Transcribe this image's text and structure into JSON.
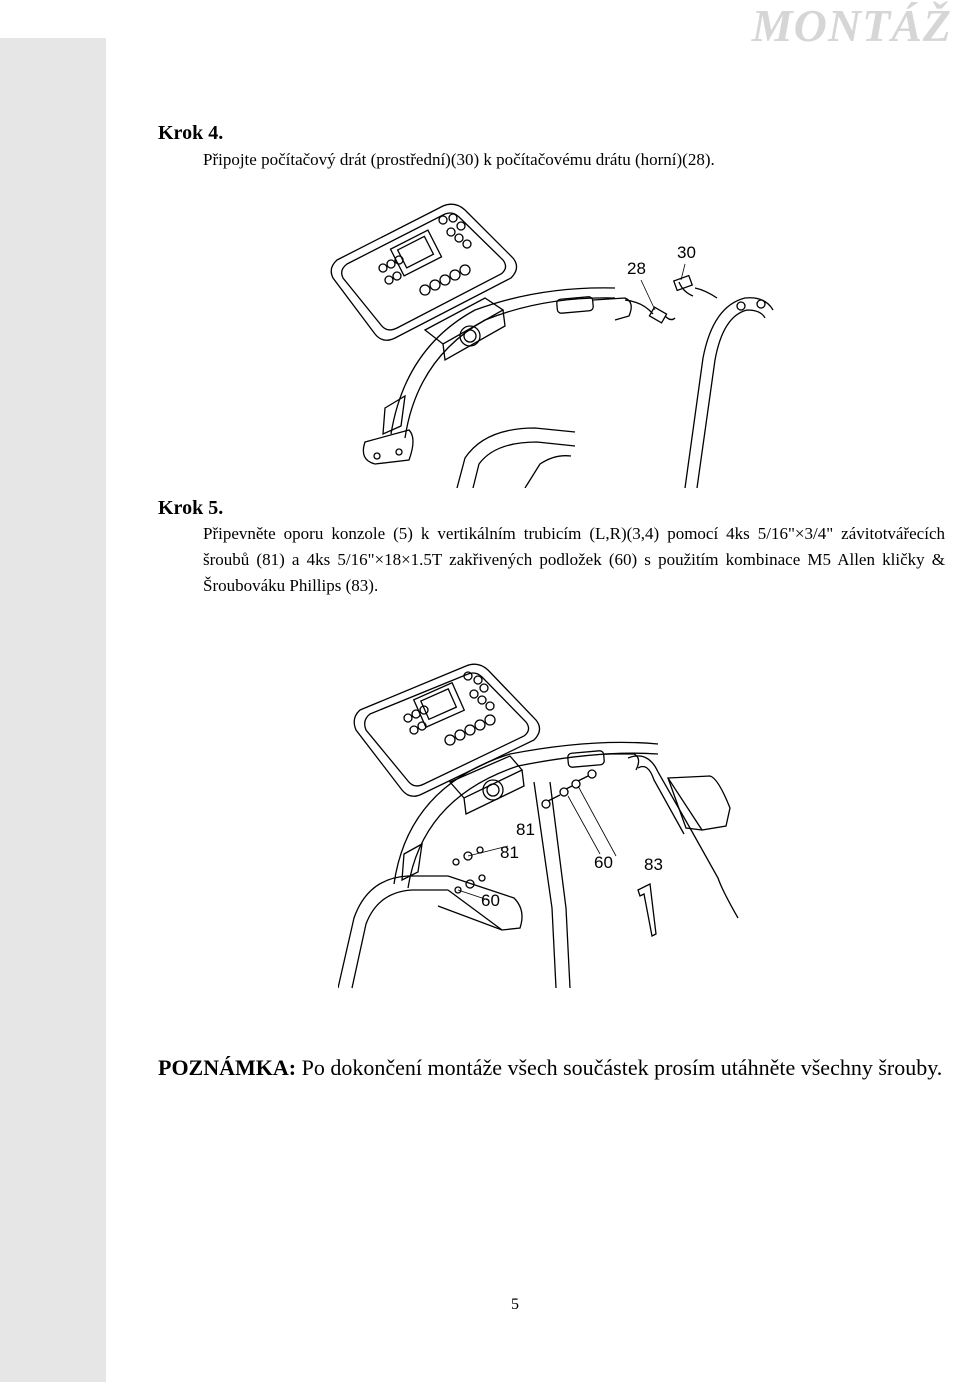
{
  "header": {
    "section_title": "MONTÁŽ"
  },
  "step4": {
    "title": "Krok 4.",
    "text": "Připojte počítačový drát (prostřední)(30) k počítačovému drátu (horní)(28).",
    "figure_labels": {
      "a": "28",
      "b": "30"
    }
  },
  "step5": {
    "title": "Krok 5.",
    "text": "Připevněte oporu konzole (5) k vertikálním trubicím (L,R)(3,4) pomocí 4ks 5/16\"×3/4\" závitotvářecích šroubů (81) a 4ks 5/16\"×18×1.5T zakřivených podložek (60) s použitím kombinace M5 Allen kličky & Šroubováku Phillips (83).",
    "figure_labels": {
      "bolt_top": "81",
      "bolt_left": "81",
      "washer_right": "60",
      "tool": "83",
      "washer_left": "60"
    }
  },
  "note": {
    "label": "POZNÁMKA:",
    "text": "Po dokončení montáže všech součástek prosím utáhněte všechny šrouby."
  },
  "page": {
    "number": "5"
  }
}
